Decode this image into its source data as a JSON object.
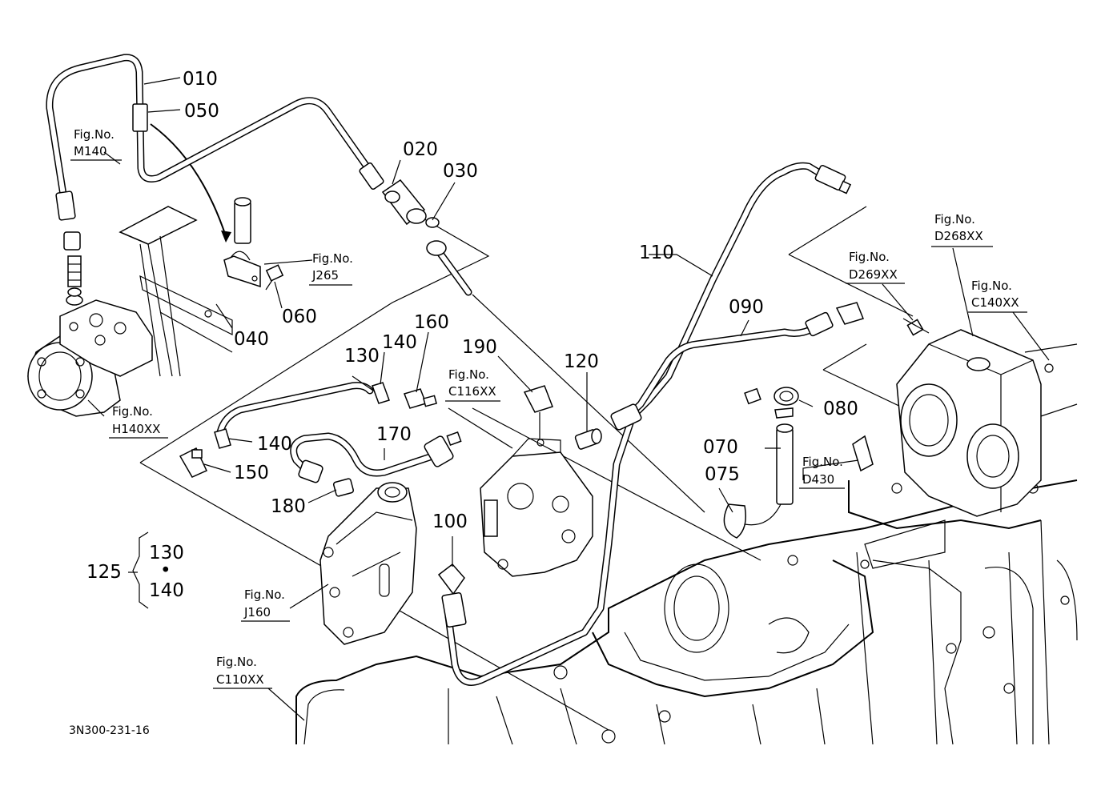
{
  "callouts": {
    "c010": "010",
    "c050": "050",
    "c020": "020",
    "c030": "030",
    "c040": "040",
    "c060": "060",
    "c070": "070",
    "c075": "075",
    "c080": "080",
    "c090": "090",
    "c100": "100",
    "c110": "110",
    "c120": "120",
    "c125": "125",
    "c130a": "130",
    "c130b": "130",
    "c140a": "140",
    "c140b": "140",
    "c140c": "140",
    "c150": "150",
    "c160": "160",
    "c170": "170",
    "c180": "180",
    "c190": "190"
  },
  "figrefs": {
    "label": "Fig.No.",
    "m140": "M140",
    "j265": "J265",
    "h140xx": "H140XX",
    "c116xx": "C116XX",
    "d430": "D430",
    "d269xx": "D269XX",
    "d268xx": "D268XX",
    "c140xx": "C140XX",
    "j160": "J160",
    "c110xx": "C110XX"
  },
  "group_dot": "•",
  "diagram_code": "3N300-231-16"
}
